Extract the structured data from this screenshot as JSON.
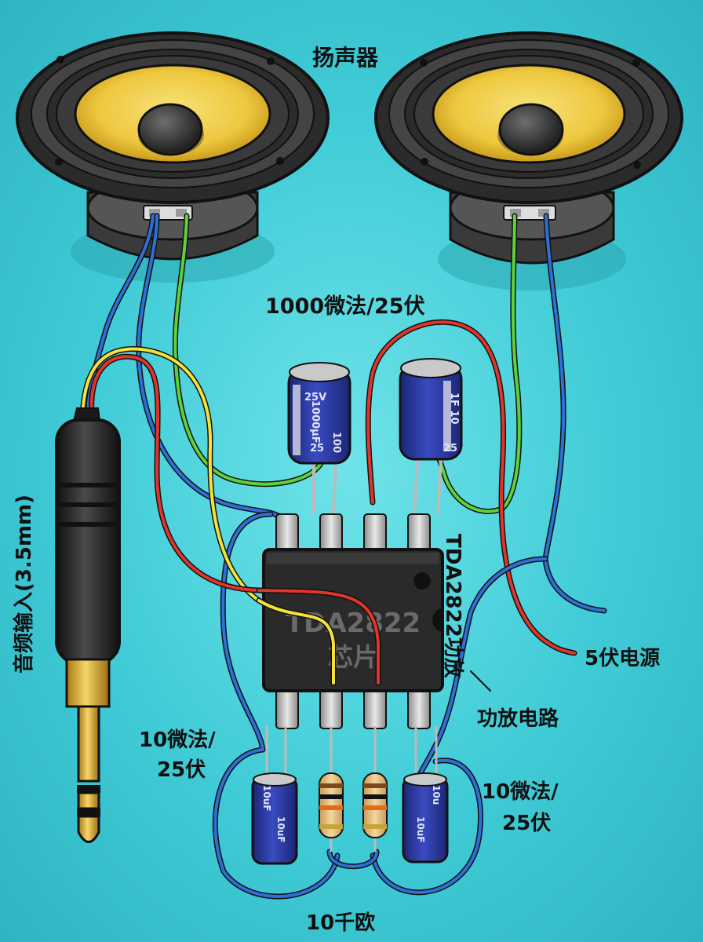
{
  "labels": {
    "speaker": "扬声器",
    "big_cap": "1000微法/25伏",
    "audio_in": "音频输入(3.5mm)",
    "chip_side": "TDA2822功放",
    "power": "5伏电源",
    "amp_circuit": "功放电路",
    "small_cap_left_1": "10微法/",
    "small_cap_left_2": "25伏",
    "small_cap_right_1": "10微法/",
    "small_cap_right_2": "25伏",
    "resistor": "10千欧"
  },
  "chip": {
    "line1": "TDA2822",
    "line2": "芯片"
  },
  "component_marks": {
    "big_cap_left_a": "1000μF",
    "big_cap_left_b": "25V",
    "big_cap_left_c": "100",
    "big_cap_left_d": "25",
    "big_cap_right_a": "1F 10",
    "big_cap_right_b": "25",
    "small_cap_left_a": "10uF",
    "small_cap_left_b": "10uF",
    "small_cap_right_a": "10uF",
    "small_cap_right_b": "10u"
  },
  "colors": {
    "background": "#3fcbd6",
    "wire_blue": "#2f6fd6",
    "wire_red": "#e0352b",
    "wire_green": "#5fd23a",
    "wire_yellow": "#f4e23a",
    "cone": "#f2d24a",
    "capacitor": "#2c3a9c",
    "chip": "#2a2a2a"
  }
}
